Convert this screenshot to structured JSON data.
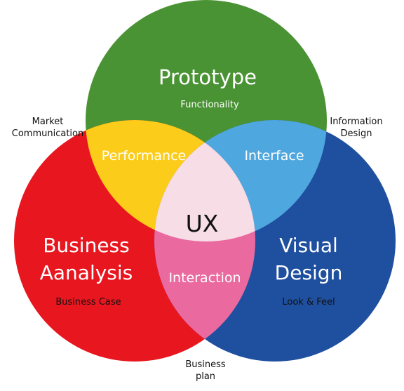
{
  "circles": {
    "prototype": {
      "title": "Prototype",
      "subtitle": "Functionality",
      "color": "#4a9334"
    },
    "business": {
      "title_line1": "Business",
      "title_line2": "Aanalysis",
      "subtitle": "Business Case",
      "color": "#e8161e"
    },
    "visual": {
      "title_line1": "Visual",
      "title_line2": "Design",
      "subtitle": "Look & Feel",
      "color": "#1f4f9f"
    }
  },
  "overlaps": {
    "performance": {
      "label": "Performance",
      "color": "#fccc1a"
    },
    "interface": {
      "label": "Interface",
      "color": "#4fa7df"
    },
    "interaction": {
      "label": "Interaction",
      "color": "#ea6aa0"
    },
    "center": {
      "label": "UX",
      "color": "#f6dde6"
    }
  },
  "outer_labels": {
    "market_line1": "Market",
    "market_line2": "Communication",
    "information_line1": "Information",
    "information_line2": "Design",
    "business_plan_line1": "Business",
    "business_plan_line2": "plan"
  }
}
